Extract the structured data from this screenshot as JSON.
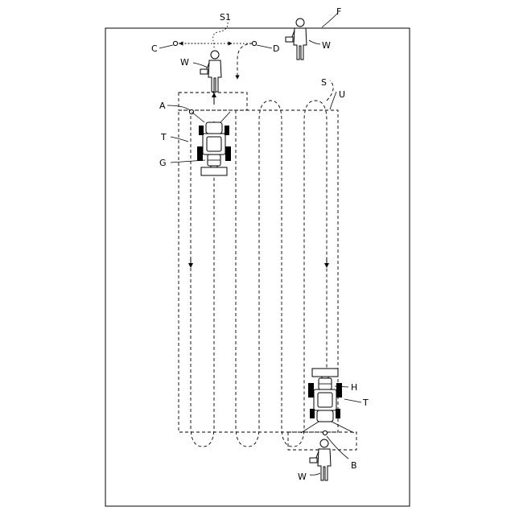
{
  "labels": {
    "field": "F",
    "route_top": "S1",
    "route": "S",
    "region": "U",
    "point_c": "C",
    "point_d": "D",
    "point_a": "A",
    "point_b": "B",
    "worker_top_right": "W",
    "worker_top_left": "W",
    "worker_bottom": "W",
    "tractor_left": "T",
    "tractor_right": "T",
    "implement_left": "G",
    "implement_right": "H"
  }
}
